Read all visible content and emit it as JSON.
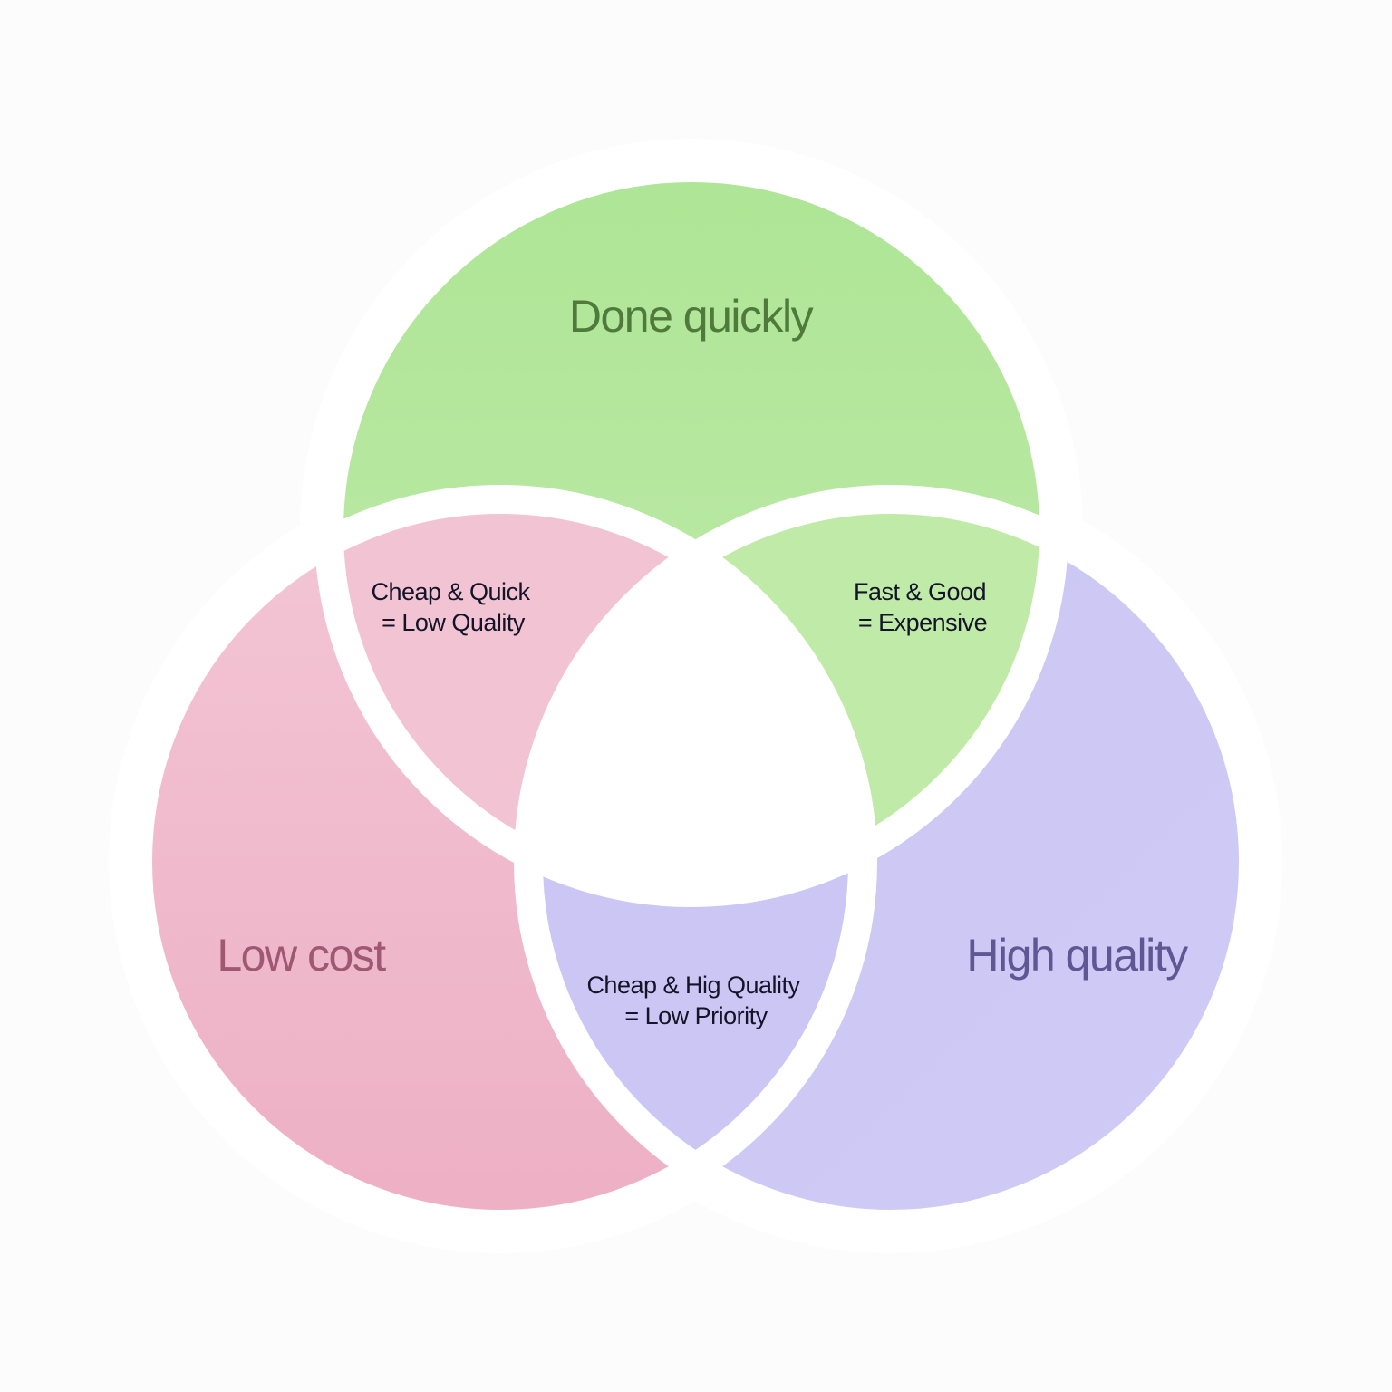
{
  "diagram": {
    "sets": [
      {
        "id": "quick",
        "label": "Done quickly",
        "fill_top": "#aee595",
        "fill_bottom": "#c1eaac",
        "text_color": "#4f7a3c"
      },
      {
        "id": "cost",
        "label": "Low cost",
        "fill_top": "#f3c6d5",
        "fill_bottom": "#edafc4",
        "text_color": "#9e5872"
      },
      {
        "id": "quality",
        "label": "High quality",
        "fill_top": "#cac5f2",
        "fill_bottom": "#d0cbf6",
        "text_color": "#5e5794"
      }
    ],
    "overlaps": {
      "quick_cost": {
        "line1": "Cheap & Quick",
        "line2": "= Low Quality",
        "fill": "#f2c4d3"
      },
      "quick_quality": {
        "line1": "Fast & Good",
        "line2": "= Expensive",
        "fill": "#c0eaa8"
      },
      "cost_quality": {
        "line1": "Cheap & Hig Quality",
        "line2": "= Low Priority",
        "fill": "#cbc6f4"
      }
    },
    "center_fill": "#ffffff",
    "gap_color": "#ffffff"
  }
}
